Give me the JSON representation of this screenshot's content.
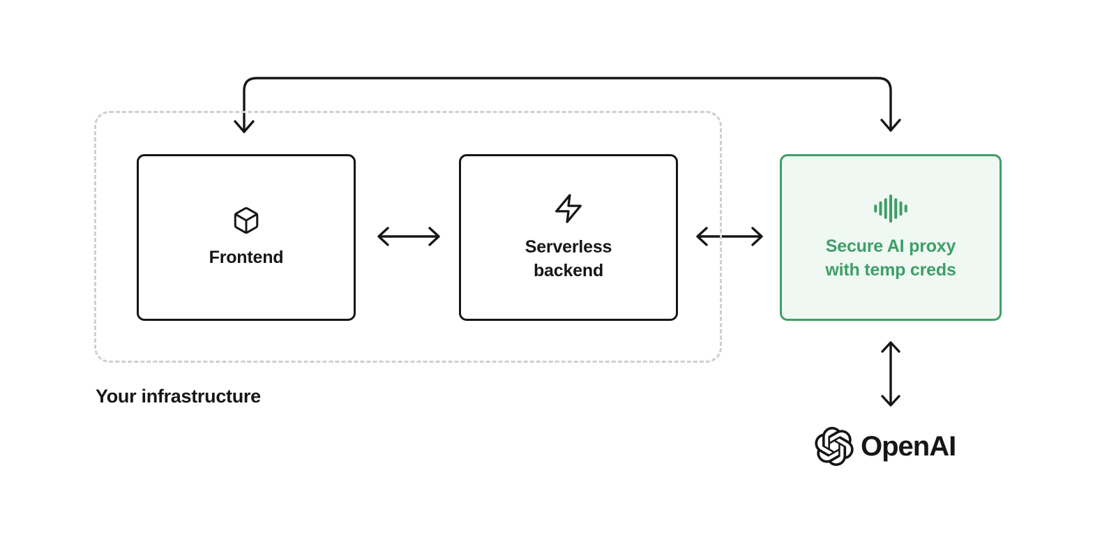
{
  "diagram": {
    "infrastructure": {
      "label": "Your infrastructure"
    },
    "nodes": {
      "frontend": {
        "label": "Frontend",
        "icon": "cube-icon"
      },
      "backend": {
        "label": "Serverless backend",
        "icon": "lightning-icon"
      },
      "proxy": {
        "label": "Secure AI proxy with temp creds",
        "icon": "waveform-icon"
      },
      "openai": {
        "label": "OpenAI",
        "icon": "openai-logo"
      }
    },
    "connections": [
      {
        "from": "frontend",
        "to": "proxy",
        "type": "bidirectional",
        "route": "over-the-top"
      },
      {
        "from": "frontend",
        "to": "backend",
        "type": "bidirectional",
        "route": "horizontal"
      },
      {
        "from": "backend",
        "to": "proxy",
        "type": "bidirectional",
        "route": "horizontal"
      },
      {
        "from": "proxy",
        "to": "openai",
        "type": "bidirectional",
        "route": "vertical"
      }
    ],
    "colors": {
      "accent_green": "#3f9e68",
      "proxy_fill": "#eff8f2",
      "line_black": "#161616",
      "dashed_border": "#cfcfcf"
    }
  }
}
